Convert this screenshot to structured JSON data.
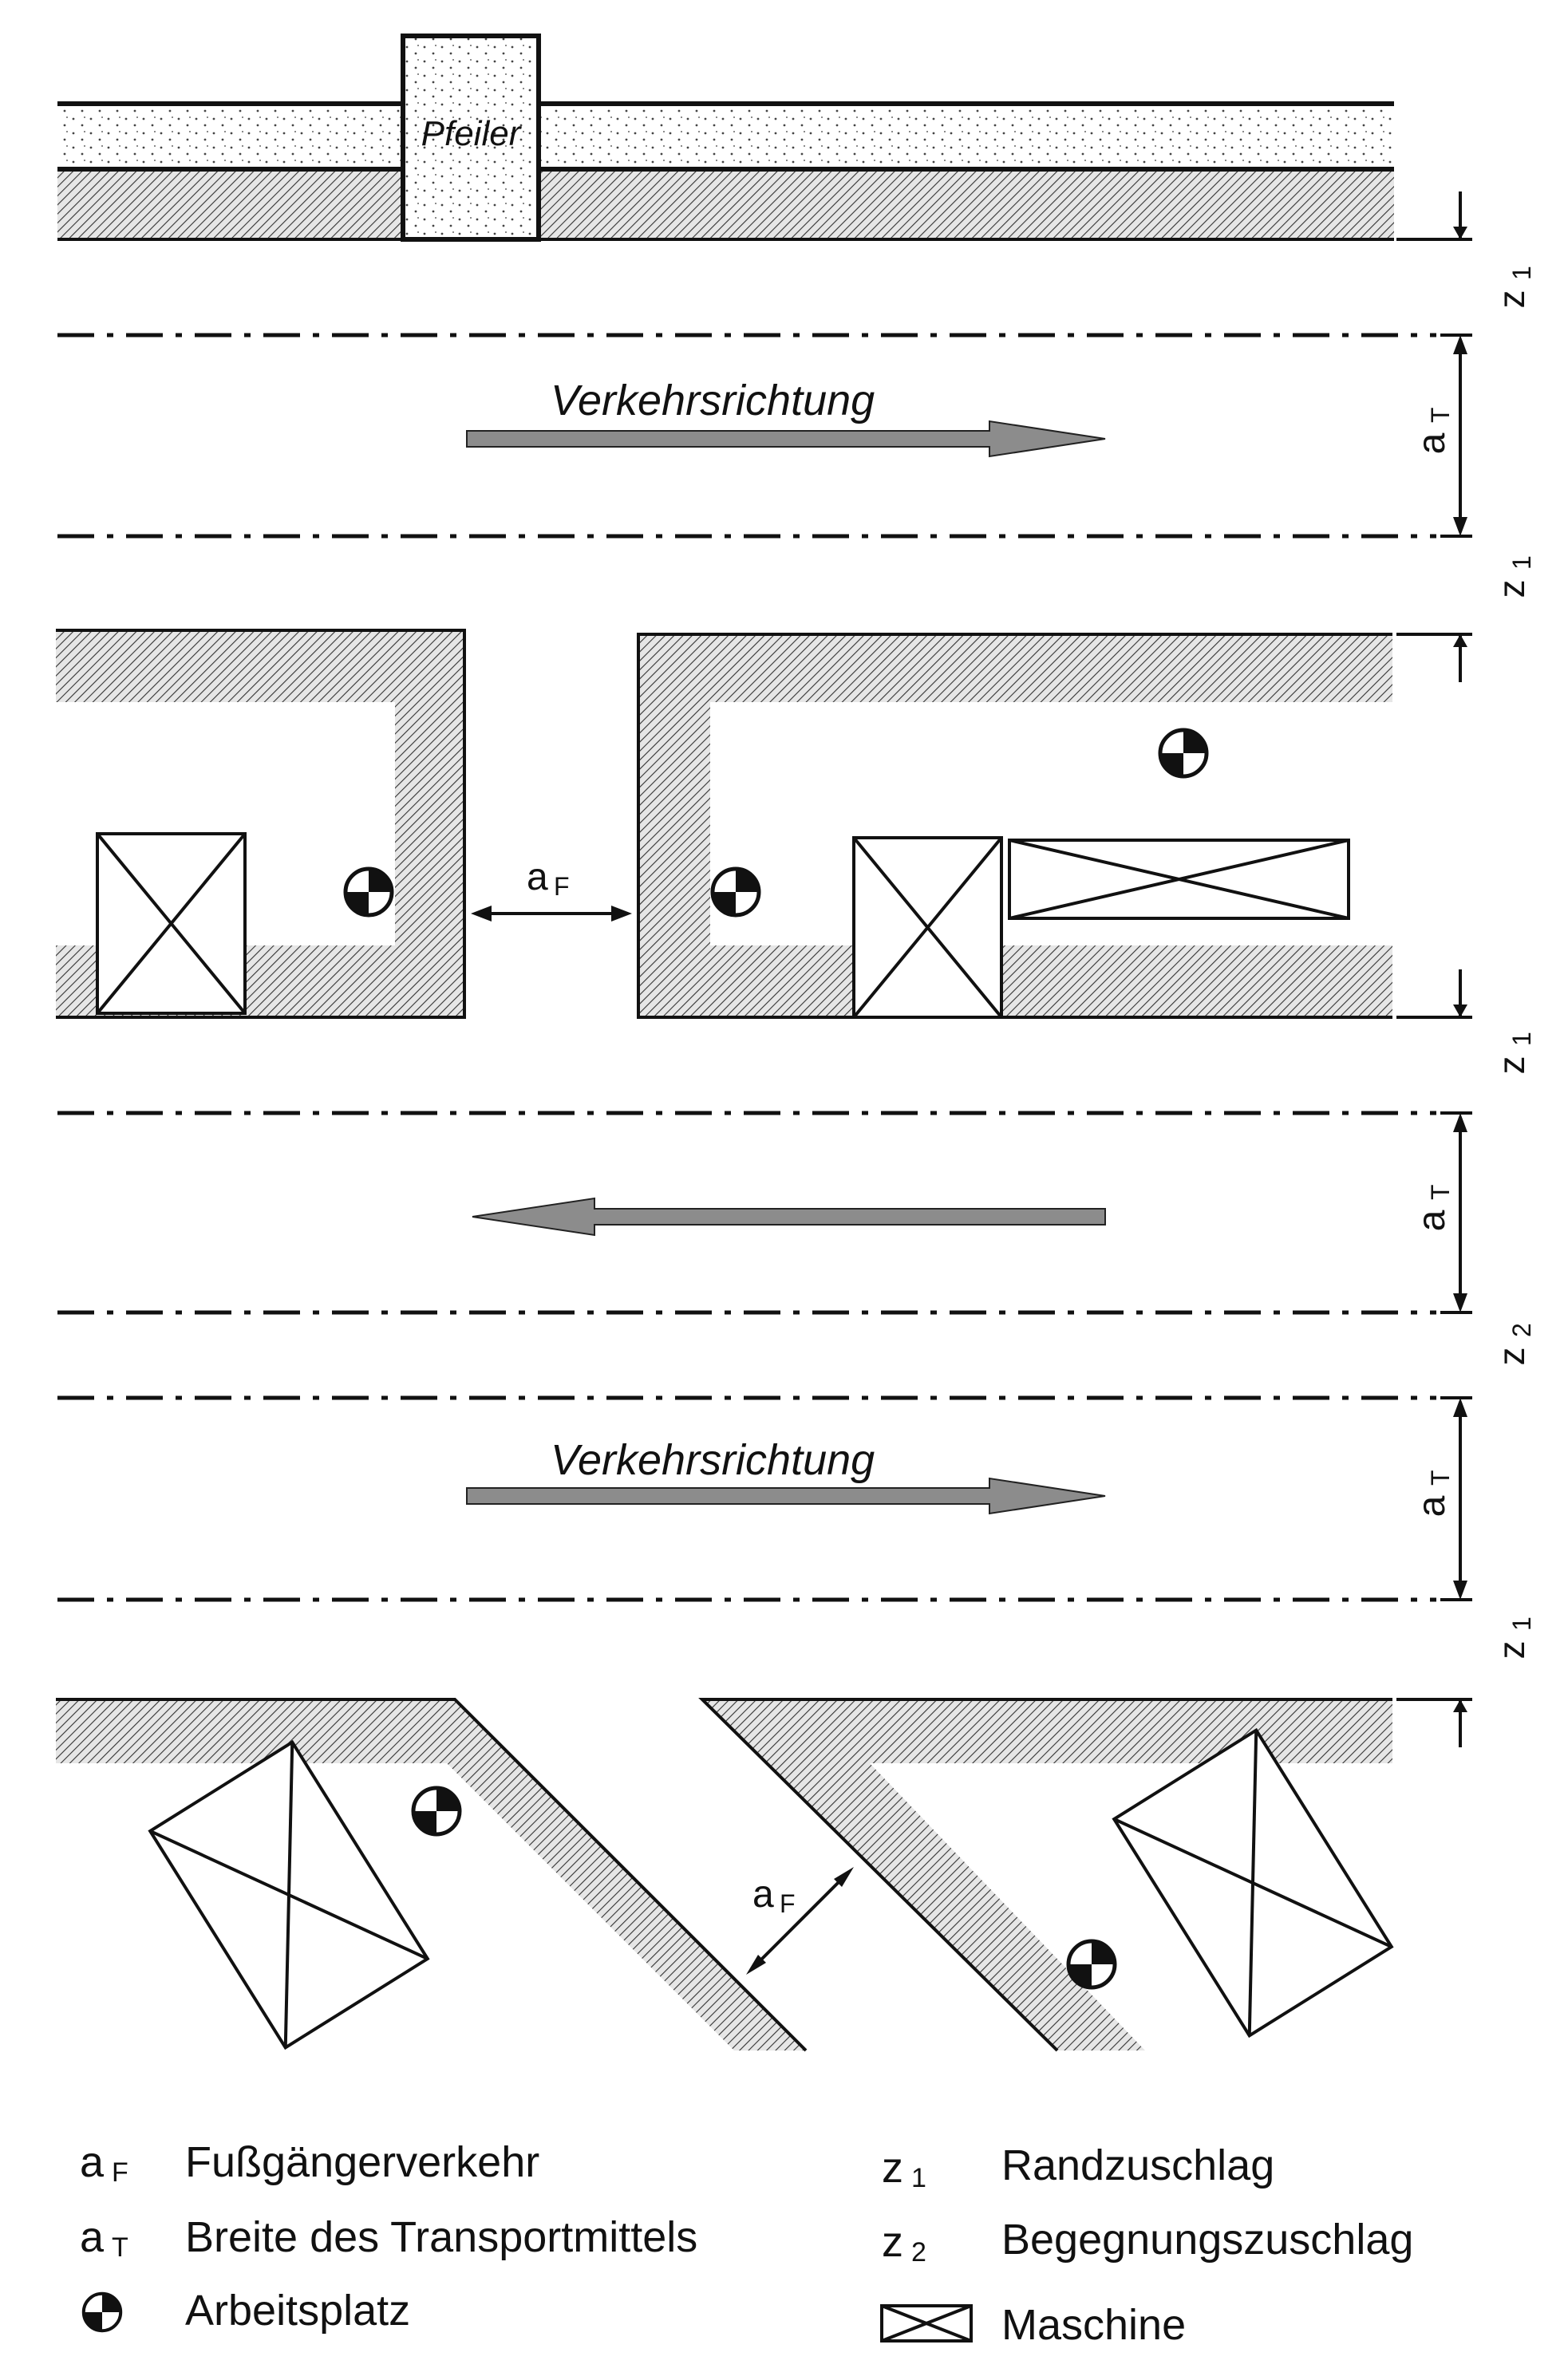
{
  "diagram": {
    "pillar_label": "Pfeiler",
    "traffic_direction_label": "Verkehrsrichtung",
    "symbols": {
      "a": "a",
      "z": "z",
      "F": "F",
      "T": "T",
      "one": "1",
      "two": "2"
    },
    "legend": {
      "af_desc": "Fußgängerverkehr",
      "at_desc": "Breite des Transportmittels",
      "workplace_desc": "Arbeitsplatz",
      "z1_desc": "Randzuschlag",
      "z2_desc": "Begegnungszuschlag",
      "machine_desc": "Maschine"
    },
    "colors": {
      "line": "#111111",
      "arrow_fill": "#8c8c8c",
      "hatch": "#333333",
      "background": "#ffffff"
    }
  }
}
